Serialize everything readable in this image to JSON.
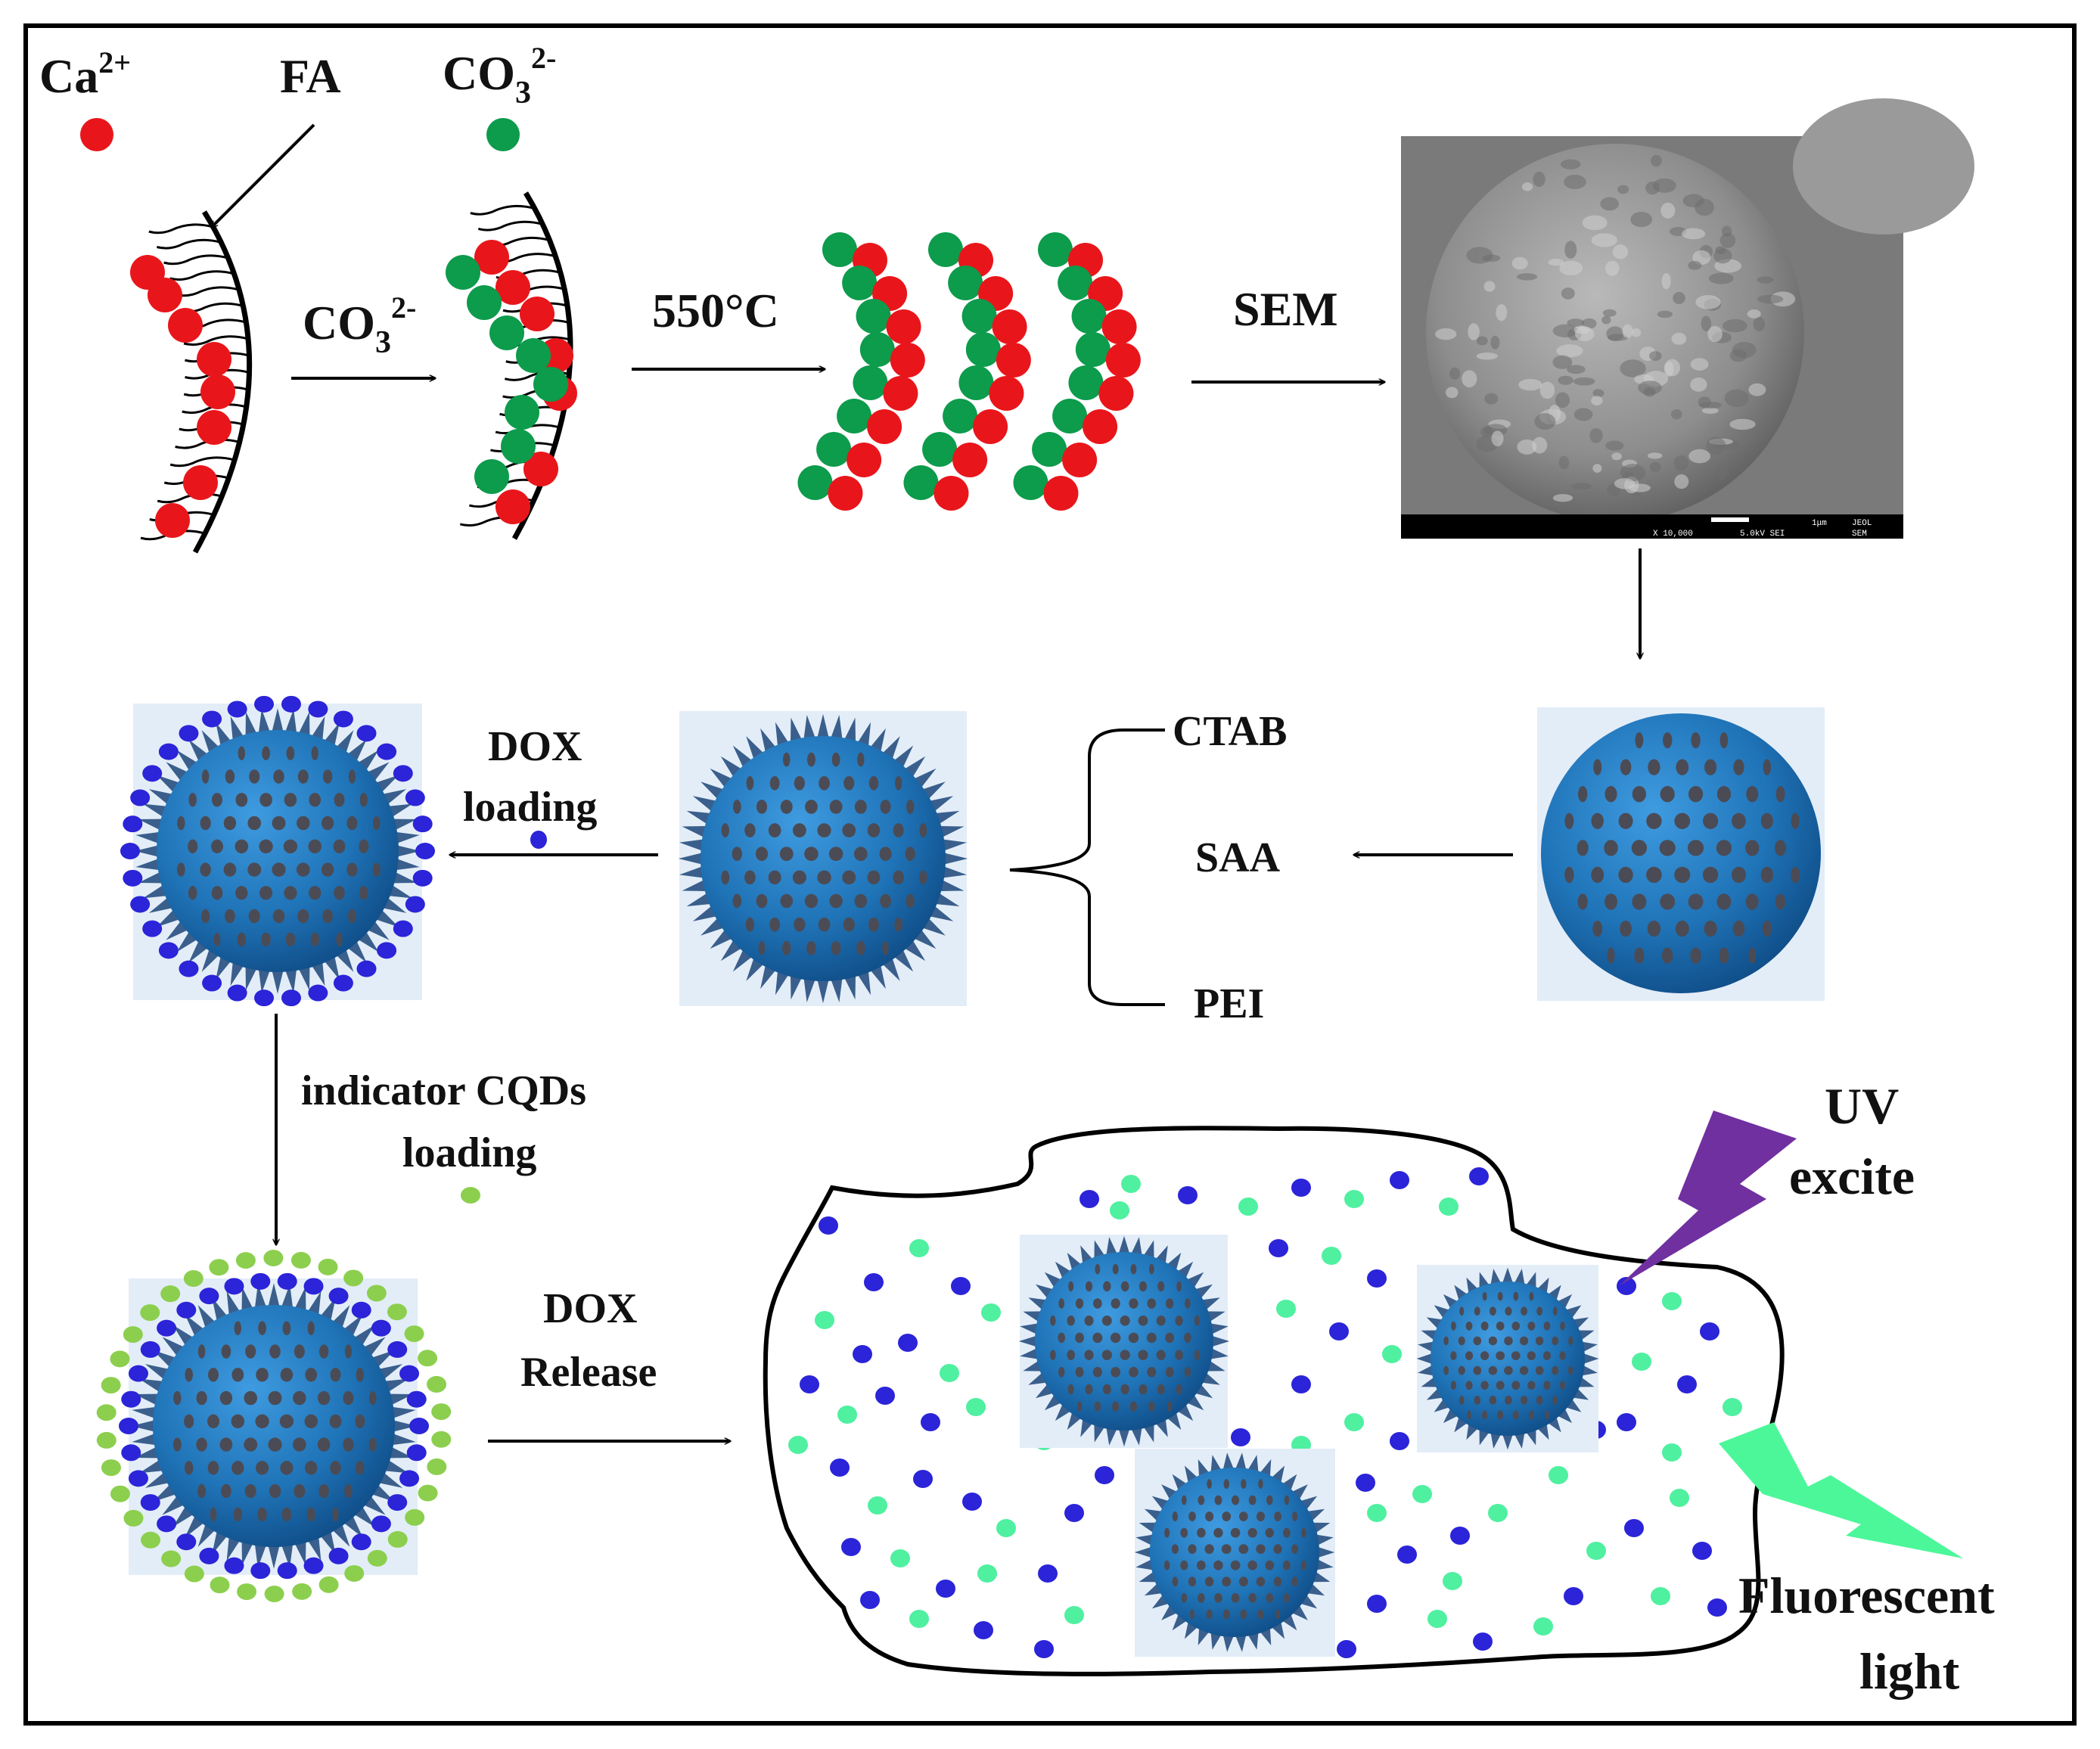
{
  "labels": {
    "ca": "Ca",
    "ca_sup": "2+",
    "fa": "FA",
    "co3_top": "CO",
    "co3_top_sub": "3",
    "co3_top_sup": "2-",
    "co3_arrow": "CO",
    "co3_arrow_sub": "3",
    "co3_arrow_sup": "2-",
    "calcination": "550°C",
    "sem": "SEM",
    "ctab": "CTAB",
    "saa": "SAA",
    "pei": "PEI",
    "dox_loading_1": "DOX",
    "dox_loading_2": "loading",
    "cqd_loading_1": "indicator  CQDs",
    "cqd_loading_2": "loading",
    "dox_release_1": "DOX",
    "dox_release_2": "Release",
    "uv_1": "UV",
    "uv_2": "excite",
    "fl_1": "Fluorescent",
    "fl_2": "light"
  },
  "sem_image": {
    "scale_text": "1μm",
    "meta_left": "X 10,000",
    "meta_mid": "5.0kV  SEI",
    "meta_right": "SEM",
    "brand": "JEOL"
  },
  "colors": {
    "calcium": "#e8161b",
    "carbonate": "#0d9b4c",
    "dox": "#2b24d8",
    "cqd": "#8ccf4e",
    "cqd_cell": "#4ff0a0",
    "sphere": "#1f73b7",
    "spike": "#3a5f8c",
    "uv": "#7030a0",
    "fluorescence": "#4cf79a",
    "sphere_bg": "#e3edf8"
  }
}
